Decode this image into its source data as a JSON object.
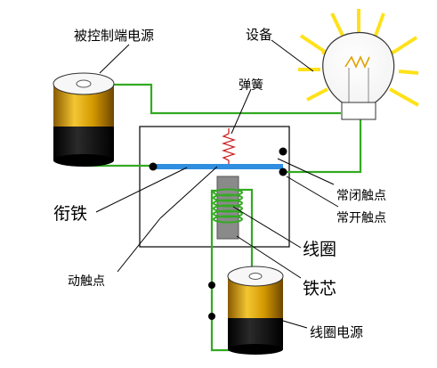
{
  "labels": {
    "controlled_source": "被控制端电源",
    "device": "设备",
    "spring": "弹簧",
    "armature": "衔铁",
    "nc_contact": "常闭触点",
    "no_contact": "常开触点",
    "coil": "线圈",
    "moving_contact": "动触点",
    "iron_core": "铁芯",
    "coil_source": "线圈电源"
  },
  "colors": {
    "wire": "#33aa22",
    "armature": "#2f8ee0",
    "battery_gold": "#d6a200",
    "battery_black": "#101010",
    "bulb_rays": "#ffe11a",
    "coil_copper": "#33aa22",
    "core": "#8a8a8a",
    "spring": "#cc2222"
  }
}
